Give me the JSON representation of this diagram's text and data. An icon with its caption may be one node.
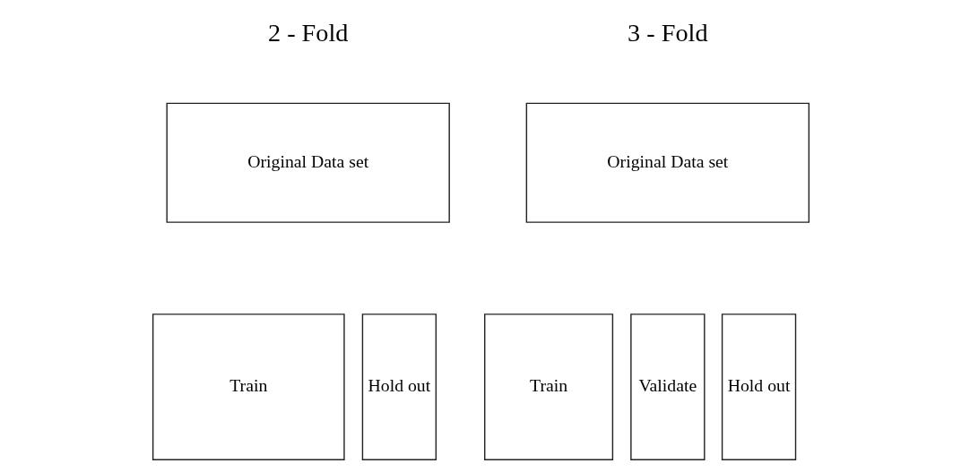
{
  "diagram": {
    "nodes": [
      {
        "text": [
          "Original Data set"
        ]
      },
      {
        "text": [
          "Train"
        ]
      },
      {
        "text": [
          "Hold out"
        ]
      },
      {
        "text": [
          "Original Data set"
        ]
      },
      {
        "text": [
          "Train"
        ]
      },
      {
        "text": [
          "Validate"
        ]
      },
      {
        "text": [
          "Hold out"
        ]
      }
    ],
    "edges": [],
    "labels": [
      "2 - Fold",
      "3 - Fold"
    ]
  }
}
